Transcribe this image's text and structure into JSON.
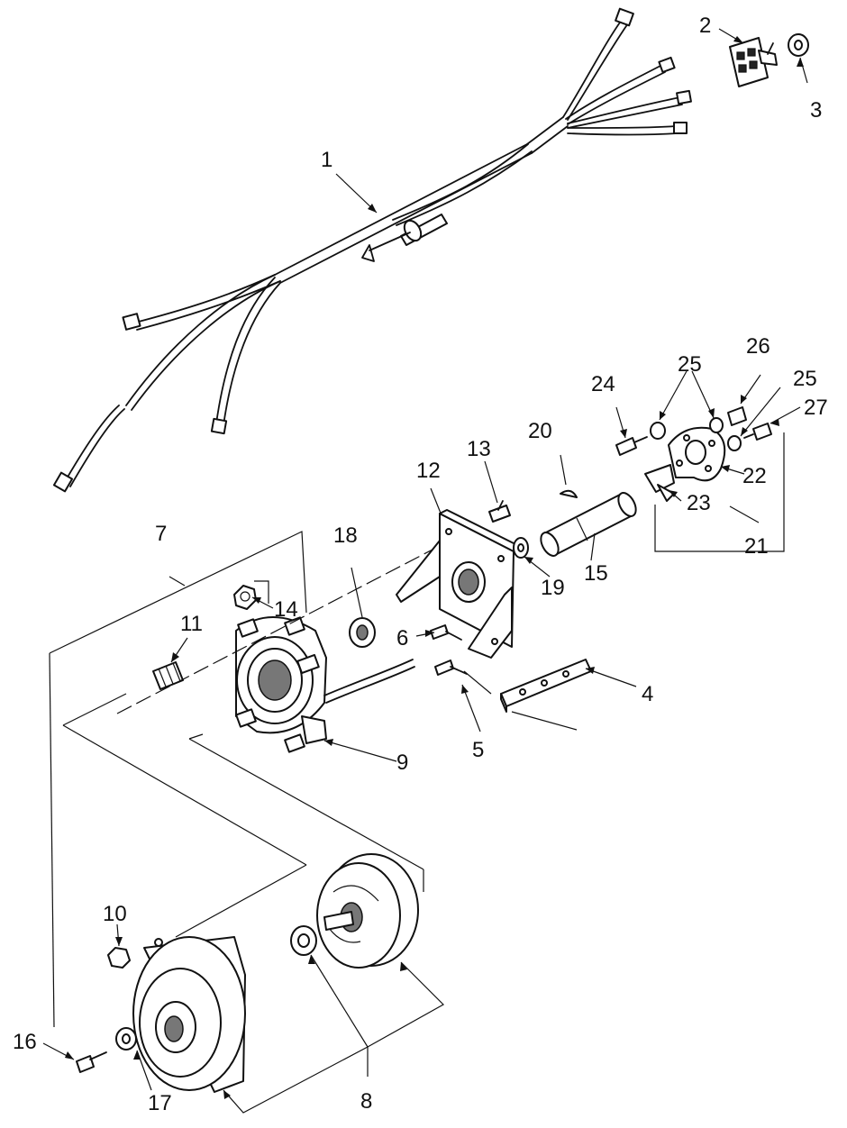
{
  "figure": {
    "callouts": [
      {
        "id": "c1",
        "text": "1"
      },
      {
        "id": "c2",
        "text": "2"
      },
      {
        "id": "c3",
        "text": "3"
      },
      {
        "id": "c4",
        "text": "4"
      },
      {
        "id": "c5",
        "text": "5"
      },
      {
        "id": "c6",
        "text": "6"
      },
      {
        "id": "c7",
        "text": "7"
      },
      {
        "id": "c8",
        "text": "8"
      },
      {
        "id": "c9",
        "text": "9"
      },
      {
        "id": "c10",
        "text": "10"
      },
      {
        "id": "c11",
        "text": "11"
      },
      {
        "id": "c12",
        "text": "12"
      },
      {
        "id": "c13",
        "text": "13"
      },
      {
        "id": "c14",
        "text": "14"
      },
      {
        "id": "c15",
        "text": "15"
      },
      {
        "id": "c16",
        "text": "16"
      },
      {
        "id": "c17",
        "text": "17"
      },
      {
        "id": "c18",
        "text": "18"
      },
      {
        "id": "c19",
        "text": "19"
      },
      {
        "id": "c20",
        "text": "20"
      },
      {
        "id": "c21",
        "text": "21"
      },
      {
        "id": "c22",
        "text": "22"
      },
      {
        "id": "c23",
        "text": "23"
      },
      {
        "id": "c24",
        "text": "24"
      },
      {
        "id": "c25a",
        "text": "25"
      },
      {
        "id": "c25b",
        "text": "25"
      },
      {
        "id": "c26",
        "text": "26"
      },
      {
        "id": "c27",
        "text": "27"
      }
    ]
  }
}
